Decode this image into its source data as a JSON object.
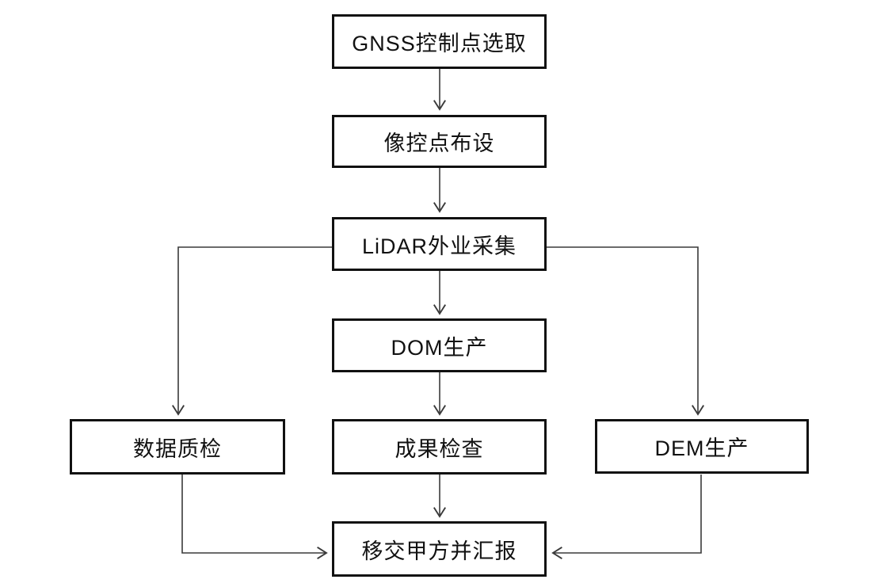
{
  "diagram": {
    "type": "flowchart",
    "nodes": {
      "gnss_control_point_selection": {
        "label": "GNSS控制点选取"
      },
      "image_control_point_layout": {
        "label": "像控点布设"
      },
      "lidar_field_collection": {
        "label": "LiDAR外业采集"
      },
      "dom_production": {
        "label": "DOM生产"
      },
      "data_quality_check": {
        "label": "数据质检"
      },
      "result_inspection": {
        "label": "成果检查"
      },
      "dem_production": {
        "label": "DEM生产"
      },
      "handover_and_report": {
        "label": "移交甲方并汇报"
      }
    },
    "edges": [
      {
        "from": "gnss_control_point_selection",
        "to": "image_control_point_layout"
      },
      {
        "from": "image_control_point_layout",
        "to": "lidar_field_collection"
      },
      {
        "from": "lidar_field_collection",
        "to": "dom_production"
      },
      {
        "from": "lidar_field_collection",
        "to": "data_quality_check"
      },
      {
        "from": "lidar_field_collection",
        "to": "dem_production"
      },
      {
        "from": "dom_production",
        "to": "result_inspection"
      },
      {
        "from": "result_inspection",
        "to": "handover_and_report"
      },
      {
        "from": "data_quality_check",
        "to": "handover_and_report"
      },
      {
        "from": "dem_production",
        "to": "handover_and_report"
      }
    ],
    "colors": {
      "box_border": "#111111",
      "connector": "#3a3a3a",
      "text": "#111111",
      "background": "#ffffff"
    }
  }
}
